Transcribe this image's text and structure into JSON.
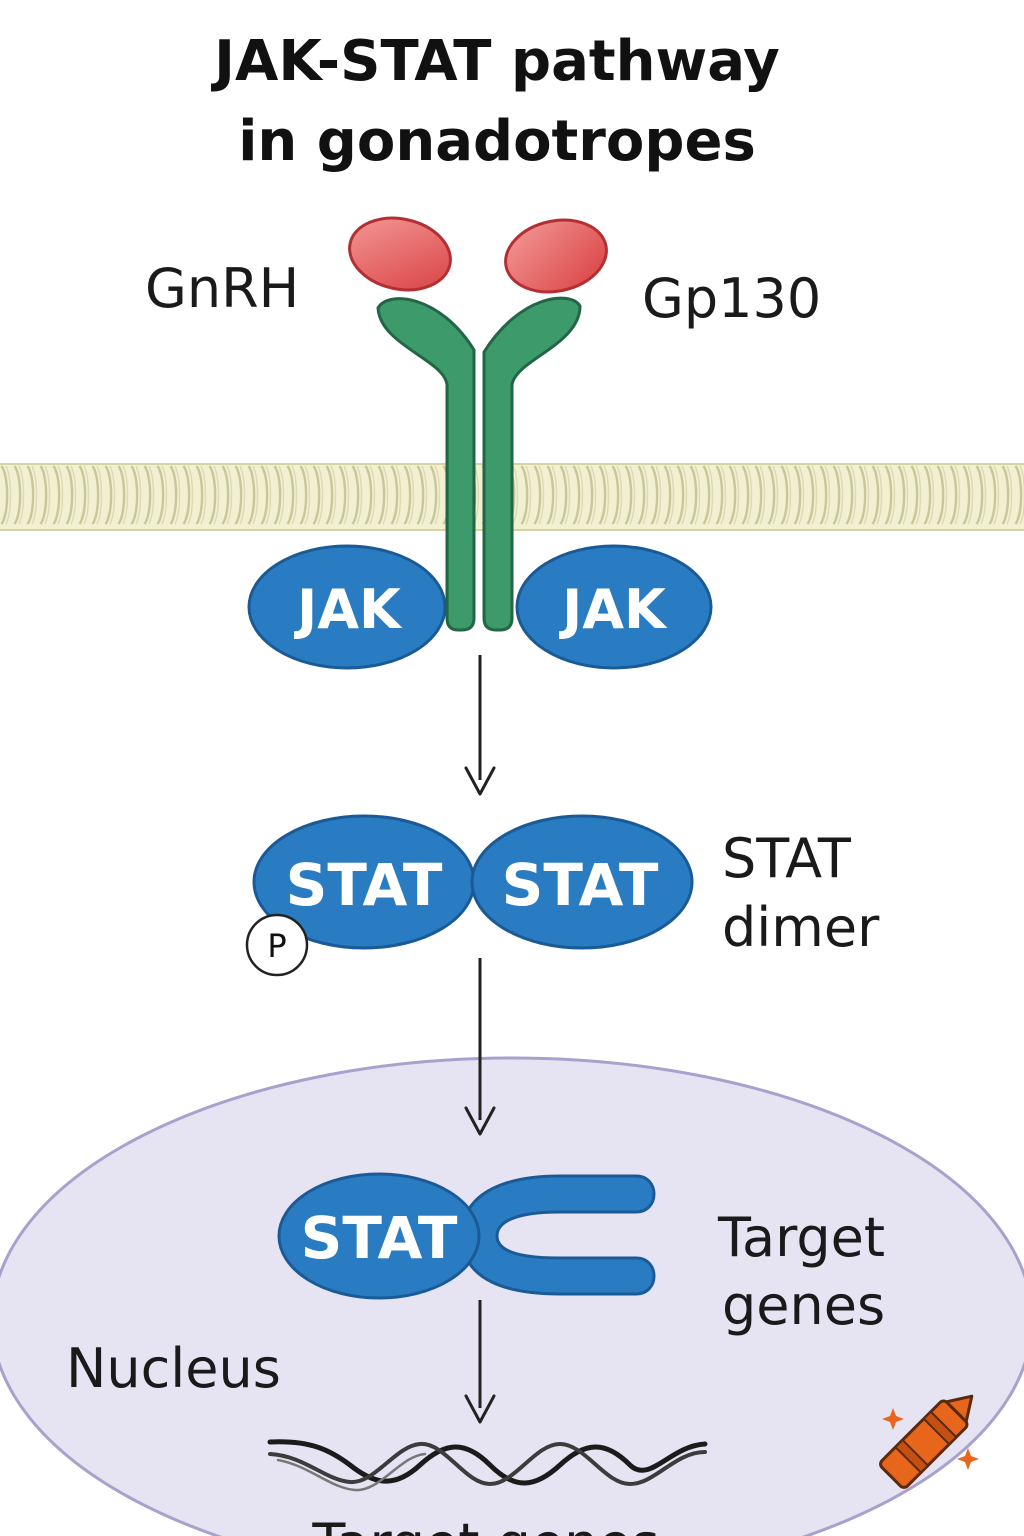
{
  "title": {
    "line1": "JAK-STAT pathway",
    "line2": "in gonadotropes"
  },
  "labels": {
    "ligand_left": "GnRH",
    "ligand_right": "Gp130",
    "jak_left": "JAK",
    "jak_right": "JAK",
    "stat_left": "STAT",
    "stat_right": "STAT",
    "phospho": "P",
    "dimer_line1": "STAT",
    "dimer_line2": "dimer",
    "stat_nuclear": "STAT",
    "target_line1": "Target",
    "target_line2": "genes",
    "nucleus": "Nucleus",
    "bottom_target": "Target genes"
  },
  "colors": {
    "ligand": "#e5585a",
    "receptor": "#3d9a6a",
    "protein": "#2a7cc2",
    "membrane": "#ecebc4",
    "nucleus_fill": "#e6e4f3",
    "nucleus_edge": "#a7a2cd",
    "arrow": "#222222"
  },
  "icons": {
    "watermark": "crayon-icon"
  }
}
